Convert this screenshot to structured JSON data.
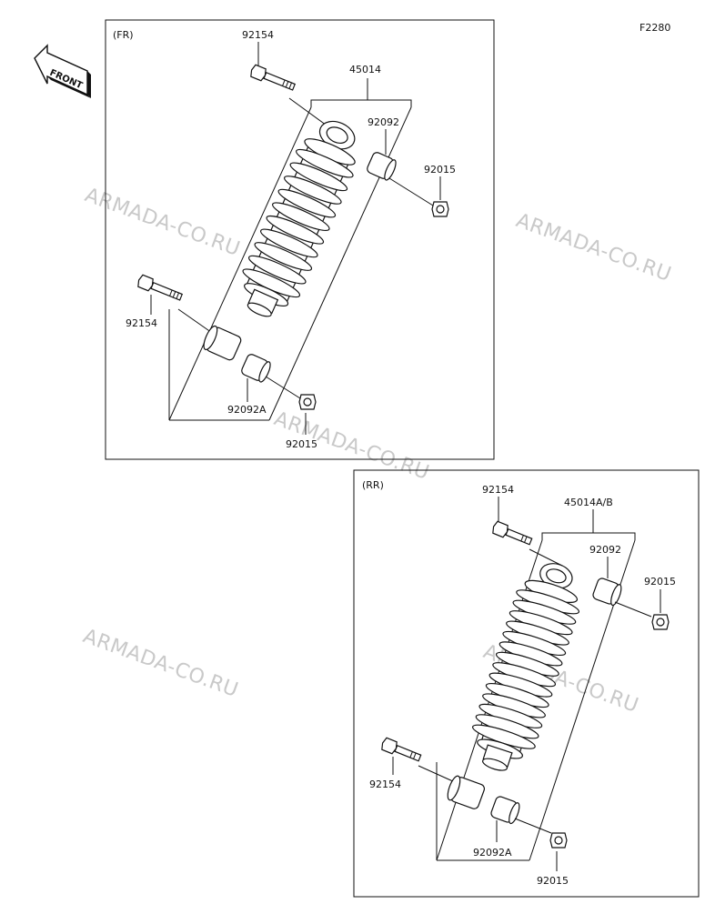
{
  "figure_code": "F2280",
  "front_badge": "FRONT",
  "watermark_text": "ARMADA-CO.RU",
  "panels": {
    "front": {
      "tag": "(FR)",
      "labels": {
        "bolt_top": "92154",
        "assembly": "45014",
        "collar_top": "92092",
        "nut_top": "92015",
        "bolt_bottom": "92154",
        "collar_bottom": "92092A",
        "nut_bottom": "92015"
      }
    },
    "rear": {
      "tag": "(RR)",
      "labels": {
        "bolt_top": "92154",
        "assembly": "45014A/B",
        "collar_top": "92092",
        "nut_top": "92015",
        "bolt_bottom": "92154",
        "collar_bottom": "92092A",
        "nut_bottom": "92015"
      }
    }
  }
}
